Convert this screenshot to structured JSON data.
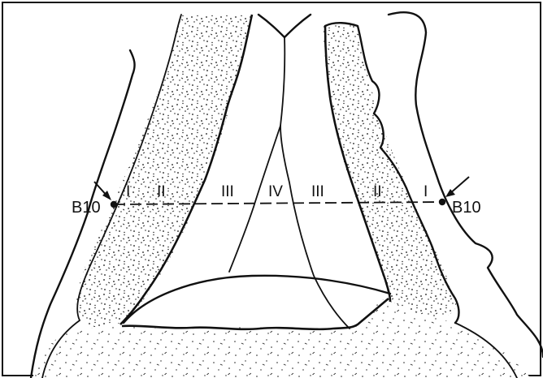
{
  "figure": {
    "zone_labels": {
      "left_I": "I",
      "left_II": "II",
      "left_III": "III",
      "center_IV": "IV",
      "right_III": "III",
      "right_II": "II",
      "right_I": "I"
    },
    "markers": {
      "left": "B10",
      "right": "B10"
    }
  }
}
